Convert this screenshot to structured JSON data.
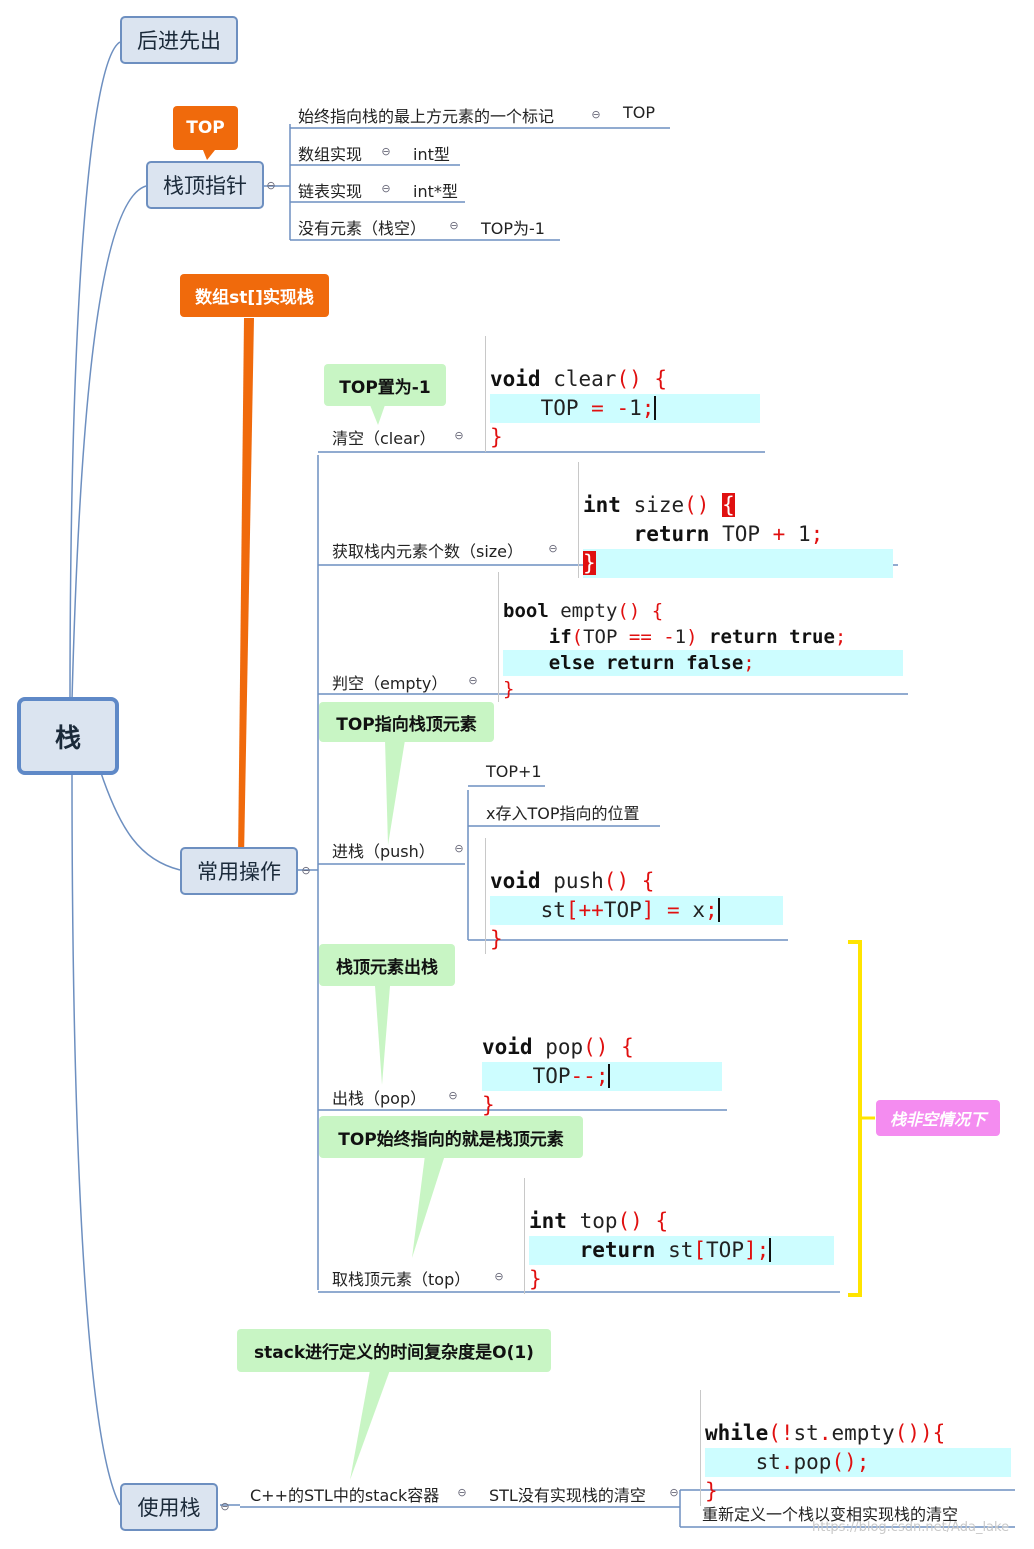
{
  "root": {
    "label": "栈"
  },
  "branch_lifo": {
    "label": "后进先出"
  },
  "branch_top": {
    "label": "栈顶指针",
    "callout": "TOP",
    "items": [
      {
        "label": "始终指向栈的最上方元素的一个标记",
        "child": "TOP"
      },
      {
        "label": "数组实现",
        "child": "int型"
      },
      {
        "label": "链表实现",
        "child": "int*型"
      },
      {
        "label": "没有元素（栈空）",
        "child": "TOP为-1"
      }
    ]
  },
  "branch_ops": {
    "label": "常用操作",
    "callout": "数组st[]实现栈",
    "side_note": "栈非空情况下",
    "clear": {
      "label": "清空（clear）",
      "note": "TOP置为-1"
    },
    "size": {
      "label": "获取栈内元素个数（size）"
    },
    "empty": {
      "label": "判空（empty）"
    },
    "push": {
      "label": "进栈（push）",
      "note": "TOP指向栈顶元素",
      "step1": "TOP+1",
      "step2": "x存入TOP指向的位置"
    },
    "pop": {
      "label": "出栈（pop）",
      "note": "栈顶元素出栈"
    },
    "top": {
      "label": "取栈顶元素（top）",
      "note": "TOP始终指向的就是栈顶元素"
    }
  },
  "branch_use": {
    "label": "使用栈",
    "stl": "C++的STL中的stack容器",
    "note": "stack进行定义的时间复杂度是O(1)",
    "no_clear": "STL没有实现栈的清空",
    "redefine": "重新定义一个栈以变相实现栈的清空"
  },
  "collapse_glyph": "⊖",
  "watermark": "https://blog.csdn.net/Ada_lake",
  "colors": {
    "node_fill": "#dbe4f0",
    "node_border": "#6d8fc0",
    "green": "#c8f5c4",
    "orange": "#f06a0c",
    "pink": "#f48cf0",
    "code_hl": "#cdfdff",
    "yellow": "#ffee00"
  }
}
